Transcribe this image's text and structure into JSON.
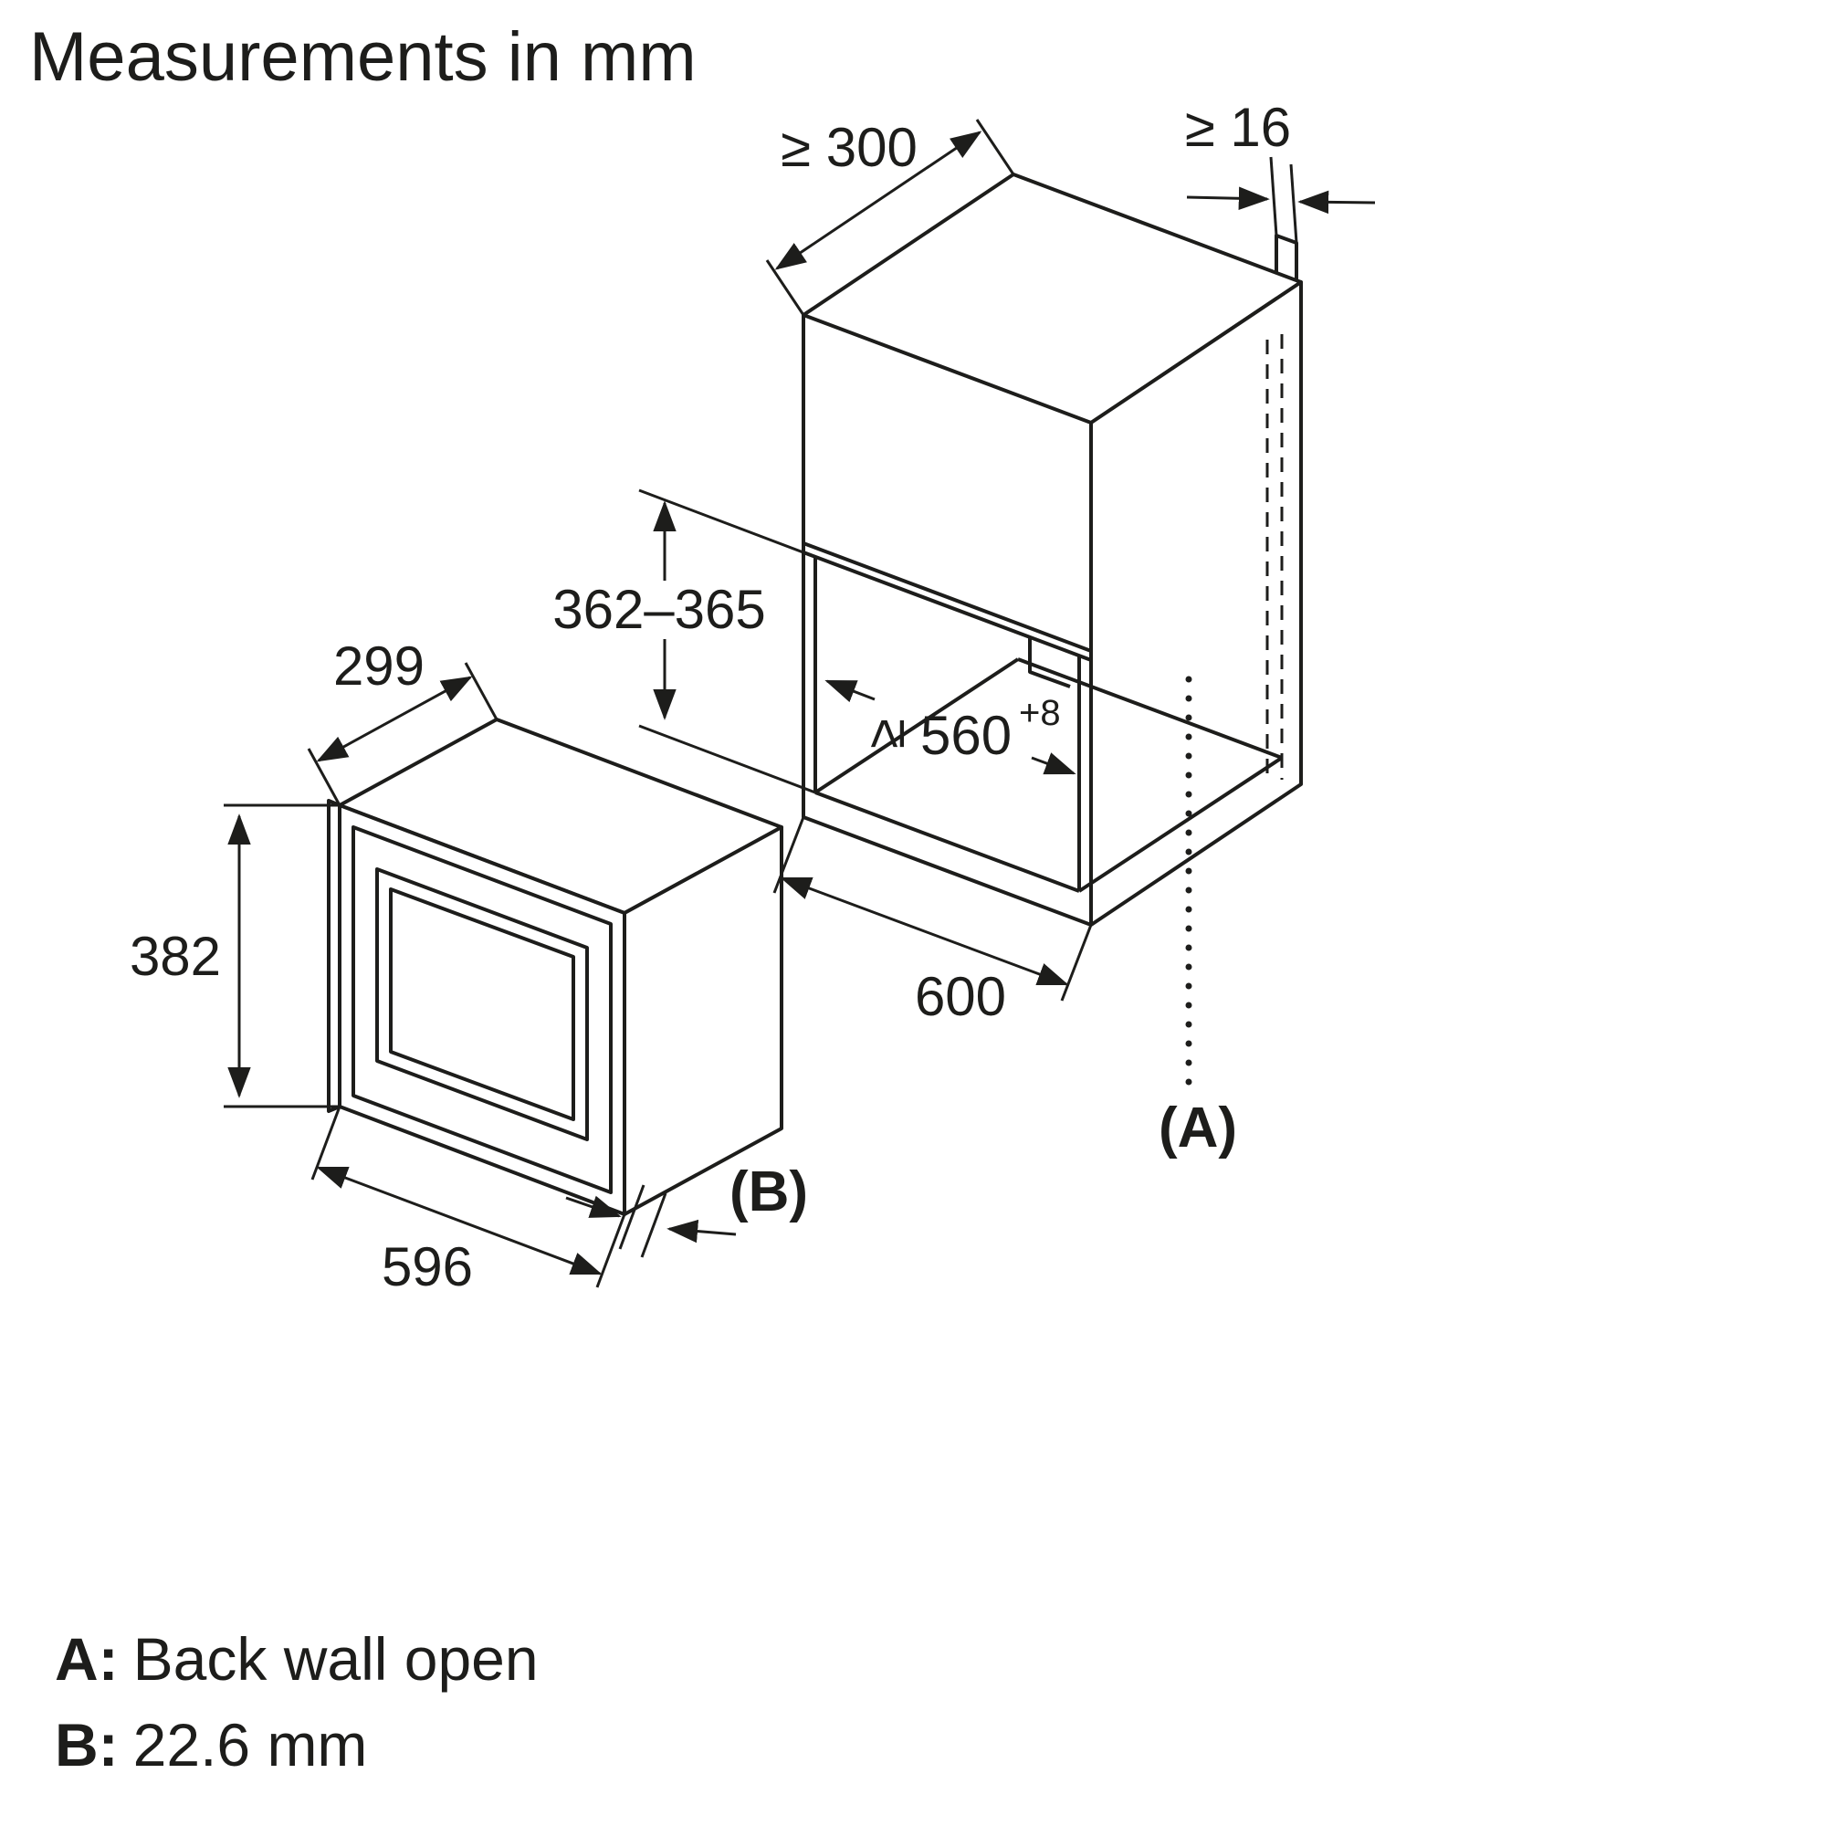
{
  "title": "Measurements in mm",
  "microwave": {
    "depth": "299",
    "height": "382",
    "width": "596",
    "trim_ref": "(B)"
  },
  "cabinet": {
    "top_clearance": "≥ 300",
    "panel_thickness": "≥ 16",
    "niche_height": "362–365",
    "niche_width_prefix": "≥",
    "niche_width": "560",
    "niche_width_tolerance": "+8",
    "base_width": "600",
    "back_ref": "(A)"
  },
  "legend": {
    "a_key": "A:",
    "a_value": "Back wall open",
    "b_key": "B:",
    "b_value": "22.6 mm"
  },
  "colors": {
    "line": "#1d1d1b",
    "background": "#ffffff"
  }
}
